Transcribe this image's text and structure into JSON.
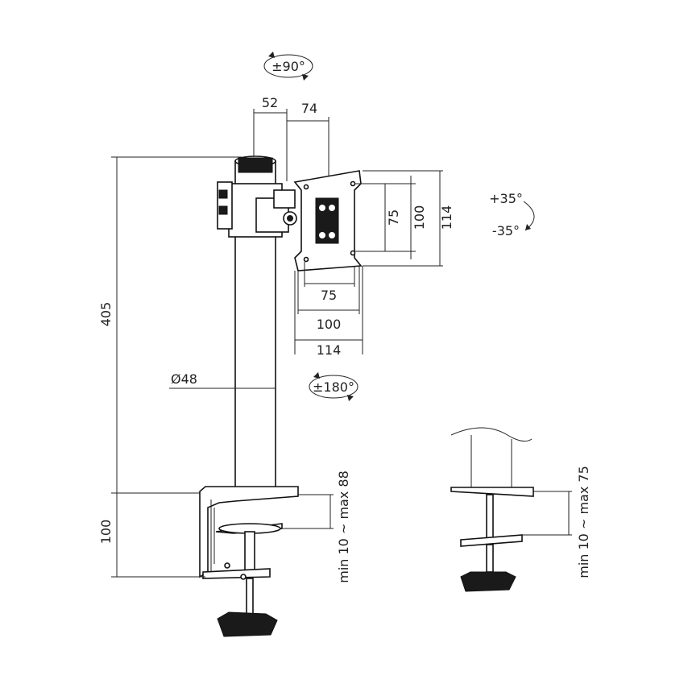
{
  "dimensions": {
    "rotation": "±90°",
    "offset_a": "52",
    "offset_b": "74",
    "tilt_up": "+35°",
    "tilt_down": "-35°",
    "height_total": "405",
    "diameter": "Ø48",
    "swivel": "±180°",
    "vesa_h_75": "75",
    "vesa_h_100": "100",
    "vesa_h_114": "114",
    "vesa_v_75": "75",
    "vesa_v_100": "100",
    "vesa_v_114": "114",
    "clamp_height": "100",
    "clamp_range_main": "min 10 ~ max 88",
    "clamp_range_detail": "min 10 ~ max 75"
  },
  "colors": {
    "line": "#222222",
    "fill": "#ffffff",
    "dark": "#1a1a1a"
  }
}
